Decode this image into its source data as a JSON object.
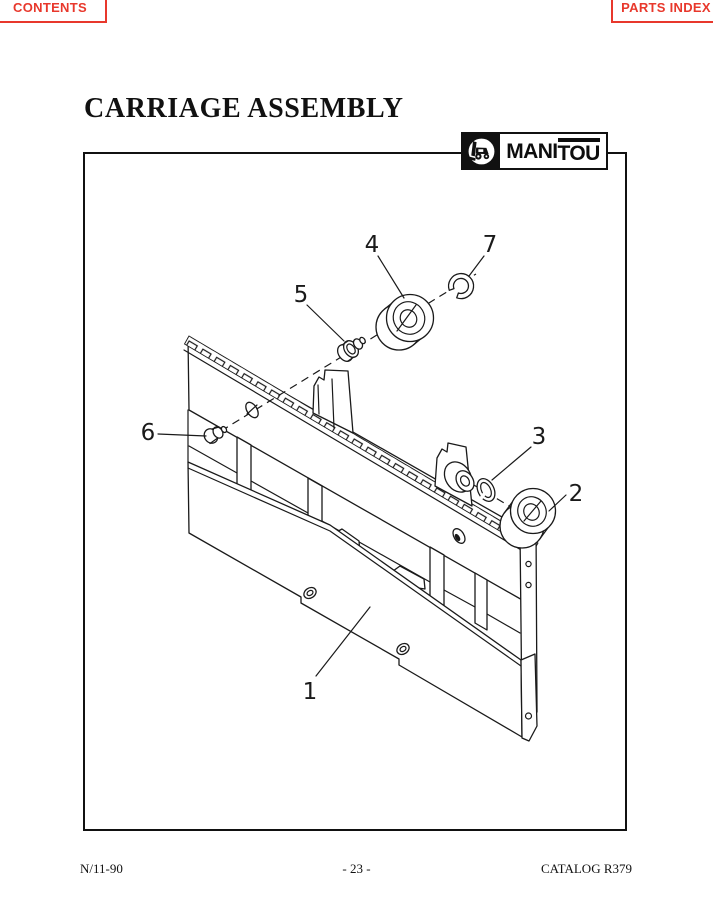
{
  "nav": {
    "contents_label": "CONTENTS",
    "parts_index_label": "PARTS INDEX",
    "accent_color": "#e8382c"
  },
  "title": "CARRIAGE ASSEMBLY",
  "brand": {
    "name": "MANITOU",
    "name_part1": "MANI",
    "name_part2": "TOU"
  },
  "figure": {
    "type": "exploded-parts-diagram",
    "ink_color": "#1a1a1a",
    "callouts": [
      {
        "num": "1"
      },
      {
        "num": "2"
      },
      {
        "num": "3"
      },
      {
        "num": "4"
      },
      {
        "num": "5"
      },
      {
        "num": "6"
      },
      {
        "num": "7"
      }
    ]
  },
  "footer": {
    "left": "N/11-90",
    "center": "- 23 -",
    "right": "CATALOG R379"
  }
}
